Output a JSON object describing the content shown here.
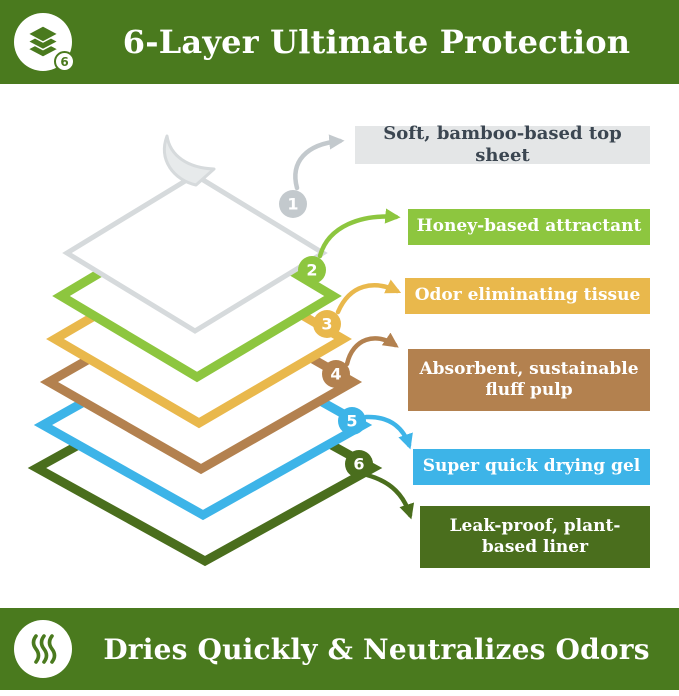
{
  "colors": {
    "banner_green": "#4a7a1e",
    "background": "#ffffff"
  },
  "header": {
    "icon": "stacked-layers-icon",
    "badge_count": "6",
    "title": "6-Layer Ultimate Protection"
  },
  "footer": {
    "icon": "odor-waves-icon",
    "title": "Dries Quickly & Neutralizes Odors"
  },
  "layers": [
    {
      "num": "1",
      "label": "Soft, bamboo-based top sheet",
      "color": "#d6dadc",
      "accent": "#c3c9cd",
      "label_bg": "#e4e6e7",
      "label_text": "#3b4651"
    },
    {
      "num": "2",
      "label": "Honey-based attractant",
      "color": "#8dc63f",
      "accent": "#8dc63f",
      "label_bg": "#8dc63f",
      "label_text": "#ffffff"
    },
    {
      "num": "3",
      "label": "Odor eliminating tissue",
      "color": "#e9b84c",
      "accent": "#e9b84c",
      "label_bg": "#e9b84c",
      "label_text": "#ffffff"
    },
    {
      "num": "4",
      "label": "Absorbent, sustainable fluff pulp",
      "color": "#b3814f",
      "accent": "#b3814f",
      "label_bg": "#b3814f",
      "label_text": "#ffffff"
    },
    {
      "num": "5",
      "label": "Super quick drying gel",
      "color": "#3db4e8",
      "accent": "#3db4e8",
      "label_bg": "#3db4e8",
      "label_text": "#ffffff"
    },
    {
      "num": "6",
      "label": "Leak-proof, plant-based liner",
      "color": "#4a6e1d",
      "accent": "#4a6e1d",
      "label_bg": "#4a6e1d",
      "label_text": "#ffffff"
    }
  ]
}
